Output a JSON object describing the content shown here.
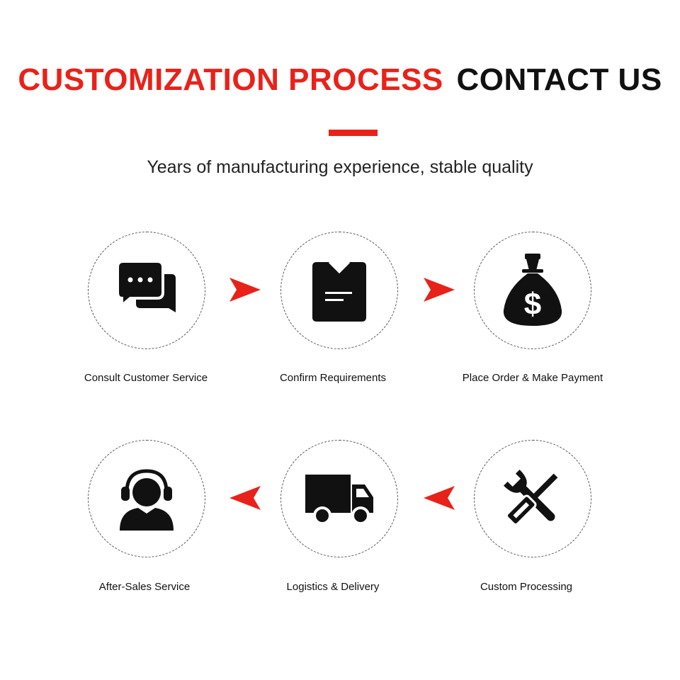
{
  "header": {
    "title_red": "CUSTOMIZATION PROCESS",
    "title_dark": "CONTACT US",
    "subtitle": "Years of manufacturing experience, stable quality"
  },
  "colors": {
    "accent": "#e8221a",
    "icon": "#111111"
  },
  "steps": [
    {
      "label": "Consult Customer Service",
      "icon": "chat-bubbles-icon"
    },
    {
      "label": "Confirm Requirements",
      "icon": "clipboard-icon"
    },
    {
      "label": "Place Order & Make Payment",
      "icon": "money-bag-icon"
    },
    {
      "label": "Custom Processing",
      "icon": "tools-icon"
    },
    {
      "label": "Logistics & Delivery",
      "icon": "truck-icon"
    },
    {
      "label": "After-Sales Service",
      "icon": "headset-agent-icon"
    }
  ]
}
